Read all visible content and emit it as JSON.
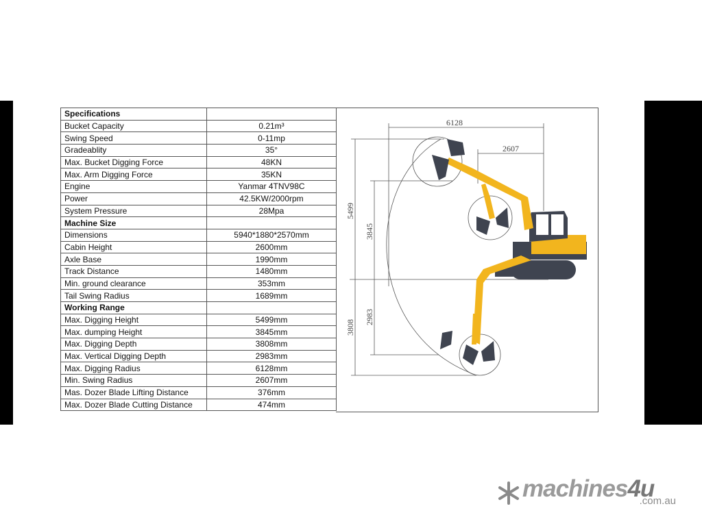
{
  "table": {
    "rows": [
      {
        "label": "Specifications",
        "value": "",
        "header": true
      },
      {
        "label": "Bucket Capacity",
        "value": "0.21m³"
      },
      {
        "label": "Swing Speed",
        "value": "0-11mp"
      },
      {
        "label": "Gradeablity",
        "value": "35°"
      },
      {
        "label": "Max. Bucket Digging Force",
        "value": "48KN"
      },
      {
        "label": "Max. Arm Digging Force",
        "value": "35KN"
      },
      {
        "label": "Engine",
        "value": "Yanmar 4TNV98C"
      },
      {
        "label": "Power",
        "value": "42.5KW/2000rpm"
      },
      {
        "label": "System Pressure",
        "value": "28Mpa"
      },
      {
        "label": "Machine Size",
        "value": "",
        "header": true
      },
      {
        "label": "Dimensions",
        "value": "5940*1880*2570mm"
      },
      {
        "label": "Cabin Height",
        "value": "2600mm"
      },
      {
        "label": "Axle Base",
        "value": "1990mm"
      },
      {
        "label": "Track Distance",
        "value": "1480mm"
      },
      {
        "label": "Min. ground clearance",
        "value": "353mm"
      },
      {
        "label": "Tail Swing Radius",
        "value": "1689mm"
      },
      {
        "label": "Working Range",
        "value": "",
        "header": true
      },
      {
        "label": "Max. Digging Height",
        "value": "5499mm"
      },
      {
        "label": "Max. dumping Height",
        "value": "3845mm"
      },
      {
        "label": "Max. Digging Depth",
        "value": "3808mm"
      },
      {
        "label": "Max. Vertical Digging Depth",
        "value": "2983mm"
      },
      {
        "label": "Max. Digging Radius",
        "value": "6128mm"
      },
      {
        "label": "Min. Swing Radius",
        "value": "2607mm"
      },
      {
        "label": "Mas. Dozer Blade Lifting Distance",
        "value": "376mm"
      },
      {
        "label": "Max. Dozer Blade Cutting Distance",
        "value": "474mm"
      }
    ]
  },
  "diagram": {
    "dims": {
      "radius": "6128",
      "swing": "2607",
      "height": "5499",
      "dump": "3845",
      "depth": "3808",
      "vdepth": "2983"
    },
    "colors": {
      "body": "#f2b51e",
      "dark": "#3f4450"
    }
  },
  "logo": {
    "word": "machines",
    "num": "4u",
    "domain": ".com.au"
  }
}
